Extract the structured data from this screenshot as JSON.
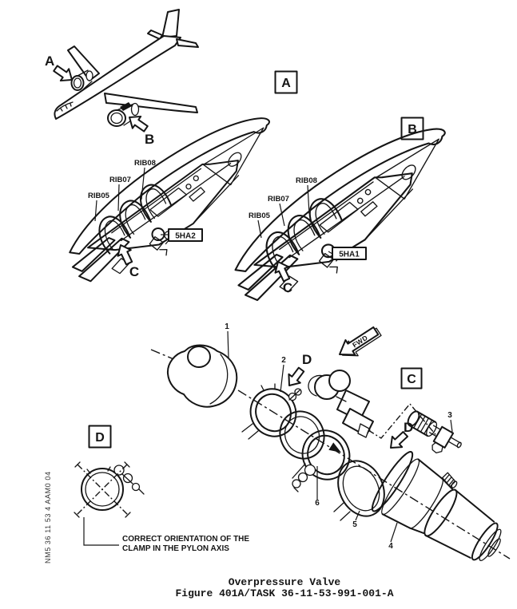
{
  "palette": {
    "ink": "#151515",
    "paper": "#ffffff"
  },
  "aircraft": {
    "callout_a": "A",
    "callout_b": "B"
  },
  "view_a": {
    "tag": "A",
    "ribs": [
      "RIB05",
      "RIB07",
      "RIB08"
    ],
    "valve_code": "5HA2",
    "detail_ref": "C"
  },
  "view_b": {
    "tag": "B",
    "ribs": [
      "RIB05",
      "RIB07",
      "RIB08"
    ],
    "valve_code": "5HA1",
    "detail_ref": "C"
  },
  "view_c": {
    "tag": "C",
    "fwd": "FWD",
    "detail_refs": [
      "D",
      "D"
    ],
    "parts": [
      "1",
      "2",
      "3",
      "4",
      "5",
      "6"
    ]
  },
  "detail_d": {
    "tag": "D",
    "note_line1": "CORRECT ORIENTATION OF THE",
    "note_line2": "CLAMP IN THE PYLON AXIS"
  },
  "footer": {
    "doc_code": "NM5 36 11 53 4 AAM0 04",
    "caption_title": "Overpressure Valve",
    "caption_figure": "Figure 401A/TASK 36-11-53-991-001-A"
  }
}
